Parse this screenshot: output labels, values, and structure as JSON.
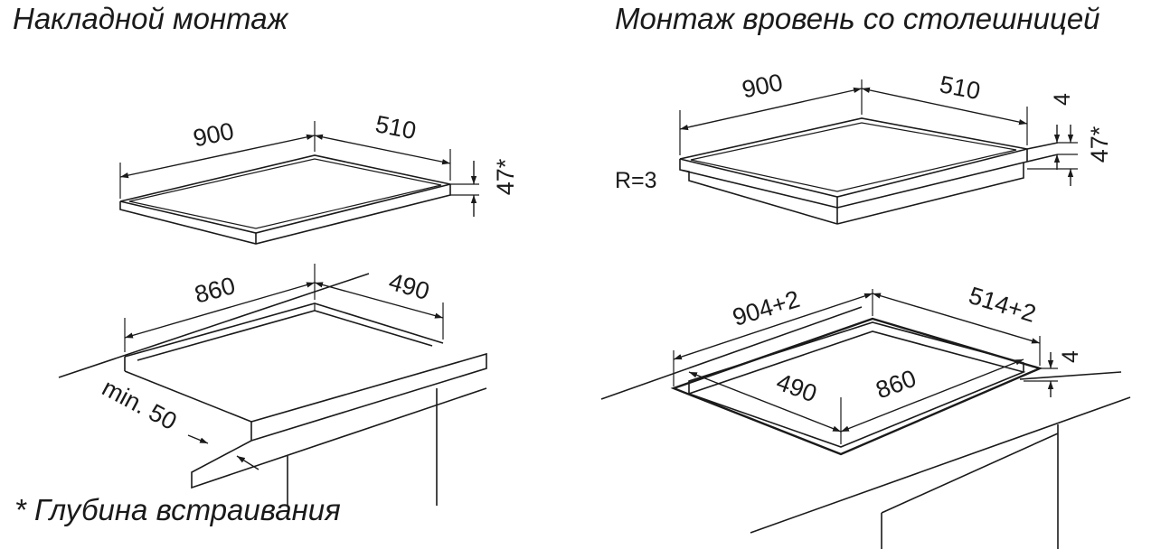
{
  "titles": {
    "overlay_mount": "Накладной монтаж",
    "flush_mount": "Монтаж вровень со столешницей"
  },
  "footnote": "* Глубина встраивания",
  "overlay_hob": {
    "width": "900",
    "depth": "510",
    "height": "47*"
  },
  "overlay_cutout": {
    "width": "860",
    "depth": "490",
    "min_edge": "min. 50"
  },
  "flush_hob": {
    "width": "900",
    "depth": "510",
    "radius": "R=3",
    "lip": "4",
    "height": "47*"
  },
  "flush_cutout": {
    "outer_width": "904+2",
    "outer_depth": "514+2",
    "step": "4",
    "inner_depth": "490",
    "inner_width": "860"
  }
}
